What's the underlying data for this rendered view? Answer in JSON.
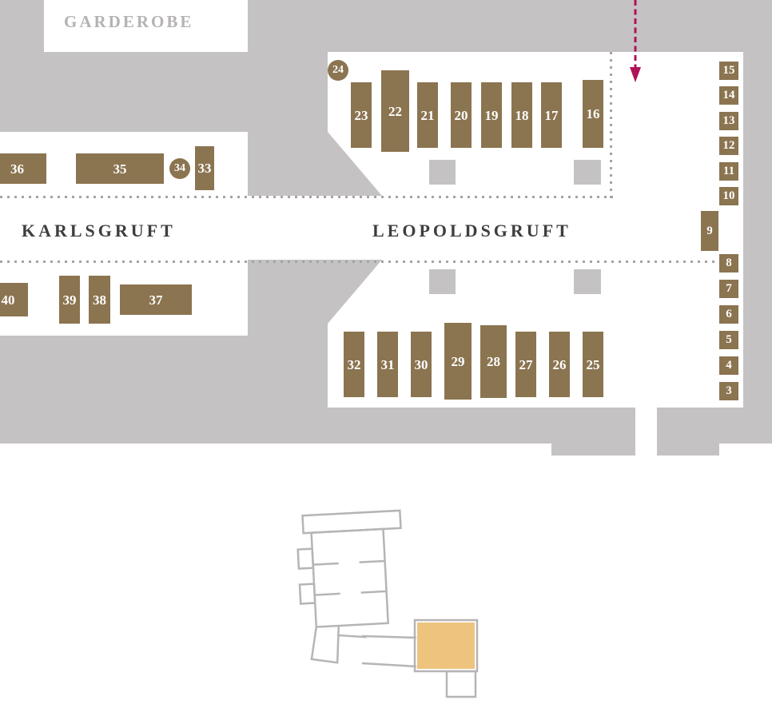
{
  "labels": {
    "garderobe": "GARDEROBE",
    "karlsgruft": "KARLSGRUFT",
    "leopoldsgruft": "LEOPOLDSGRUFT"
  },
  "tombs": {
    "leopoldsgruft_upper_row": [
      "23",
      "22",
      "21",
      "20",
      "19",
      "18",
      "17",
      "16"
    ],
    "leopoldsgruft_lower_row": [
      "32",
      "31",
      "30",
      "29",
      "28",
      "27",
      "26",
      "25"
    ],
    "karlsgruft_upper_row": [
      "36",
      "35",
      "33"
    ],
    "karlsgruft_lower_row": [
      "40",
      "39",
      "38",
      "37"
    ],
    "circle_markers": [
      "24",
      "34"
    ],
    "right_corridor_upper": [
      "15",
      "14",
      "13",
      "12",
      "11",
      "10"
    ],
    "right_corridor_mid": [
      "9"
    ],
    "right_corridor_lower": [
      "8",
      "7",
      "6",
      "5",
      "4",
      "3"
    ]
  },
  "colors": {
    "wall_gray": "#c5c2c3",
    "tomb_brown": "#8b7450",
    "location_highlight_tan": "#edc37e",
    "entrance_arrow_magenta": "#ae1357",
    "label_dark": "#3e3d40",
    "garderobe_gray": "#b5b2b3",
    "dotted_line_gray": "#a6a3a4"
  }
}
